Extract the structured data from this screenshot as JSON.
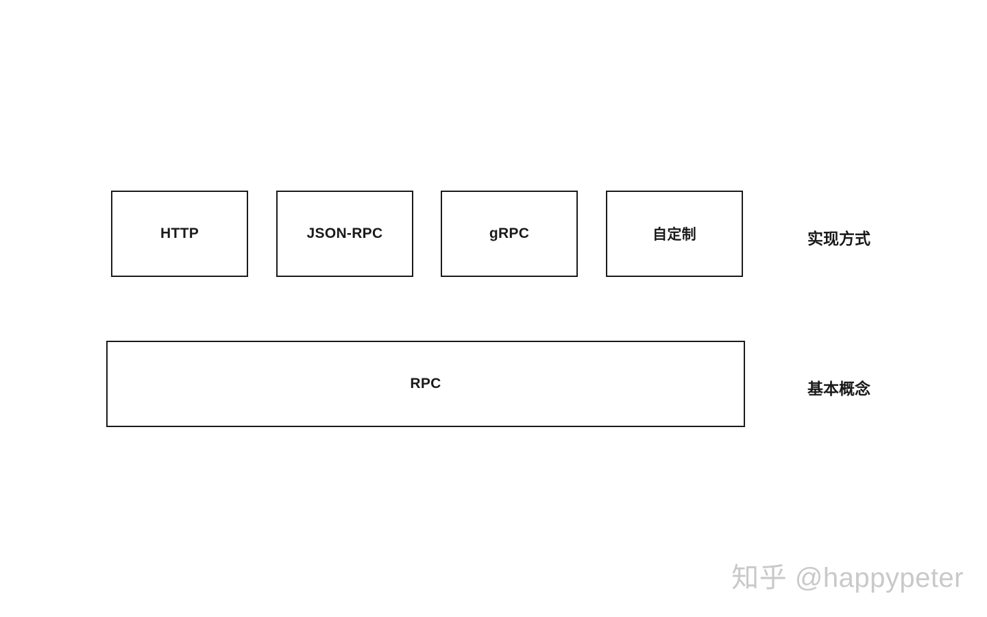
{
  "diagram": {
    "implementation_row": {
      "label": "实现方式",
      "boxes": [
        "HTTP",
        "JSON-RPC",
        "gRPC",
        "自定制"
      ]
    },
    "concept_row": {
      "label": "基本概念",
      "boxes": [
        "RPC"
      ]
    }
  },
  "watermark": "知乎 @happypeter",
  "colors": {
    "background": "#ffffff",
    "box_border": "#1a1a1a",
    "text": "#1a1a1a",
    "watermark": "#c9c9c9"
  }
}
